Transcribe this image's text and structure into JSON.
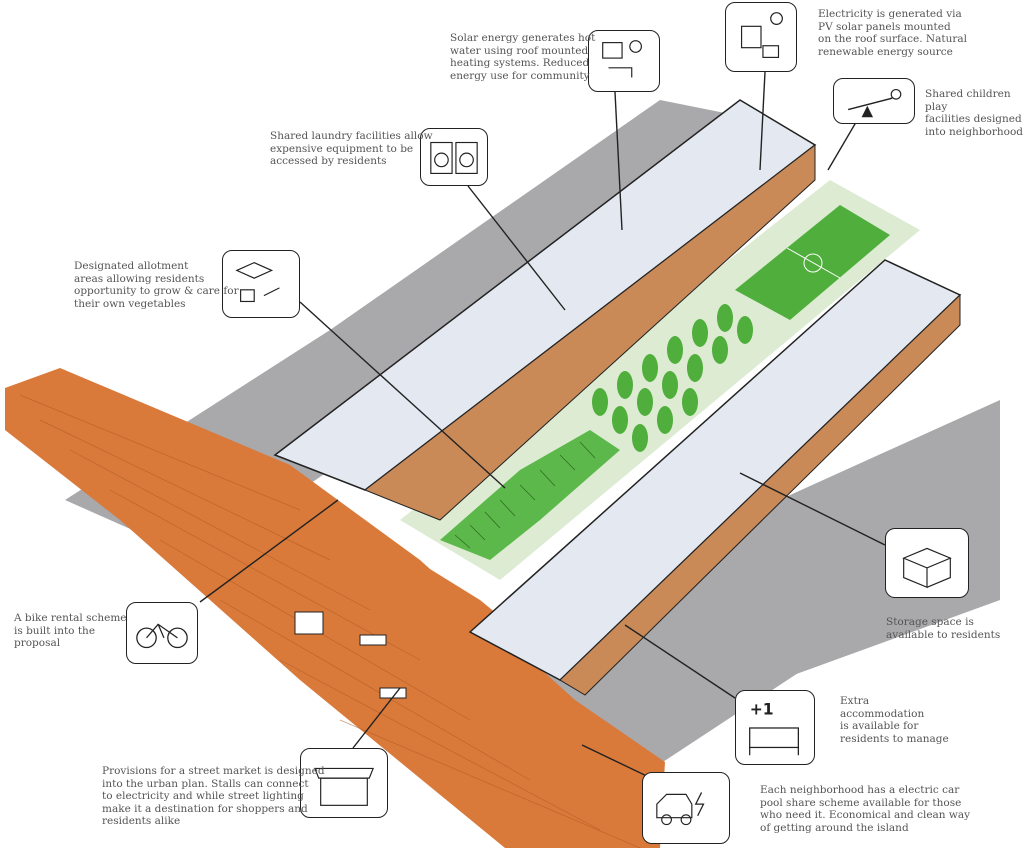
{
  "annotations": {
    "solar_hot_water": "Solar energy generates hot\nwater using roof mounted\nheating systems. Reduced\nenergy use for community",
    "pv_electricity": "Electricity is generated via\nPV solar panels mounted\non the roof surface. Natural\nrenewable energy source",
    "children_play": "Shared children  play\nfacilities designed\ninto neighborhood",
    "laundry": "Shared laundry facilities allow\nexpensive equipment to be\naccessed by residents",
    "allotment": "Designated allotment\nareas allowing residents\nopportunity to grow & care for\ntheir own vegetables",
    "bike_rental": "A bike rental scheme\nis built into the\nproposal",
    "storage": "Storage space is\navailable to residents",
    "extra_accommodation": "Extra\naccommodation\nis available for\nresidents to manage",
    "street_market": "Provisions for a street market is designed\ninto the urban plan. Stalls can connect\nto electricity and while street lighting\nmake it a destination for shoppers and\nresidents alike",
    "electric_car": "Each neighborhood has a electric car\npool share scheme available for those\nwho need it. Economical and clean way\nof getting around the island"
  },
  "icons": {
    "solar_hot_water": "solar-water-heater-icon",
    "pv_electricity": "solar-panel-icon",
    "children_play": "seesaw-icon",
    "laundry": "washing-machine-icon",
    "allotment": "allotment-garden-icon",
    "bike_rental": "bicycle-icon",
    "storage": "storage-boxes-icon",
    "extra_accommodation": "extra-bed-icon",
    "street_market": "market-stall-icon",
    "electric_car": "electric-car-icon"
  },
  "icon_glyphs": {
    "extra_accommodation": "+1"
  },
  "colors": {
    "plaza": "#d9793a",
    "roof": "#e4e9f1",
    "road": "#a9a8ab",
    "courtyard": "#dcebd2",
    "grass": "#5cb84a",
    "tree": "#4fae3c",
    "wood": "#c98a58"
  }
}
